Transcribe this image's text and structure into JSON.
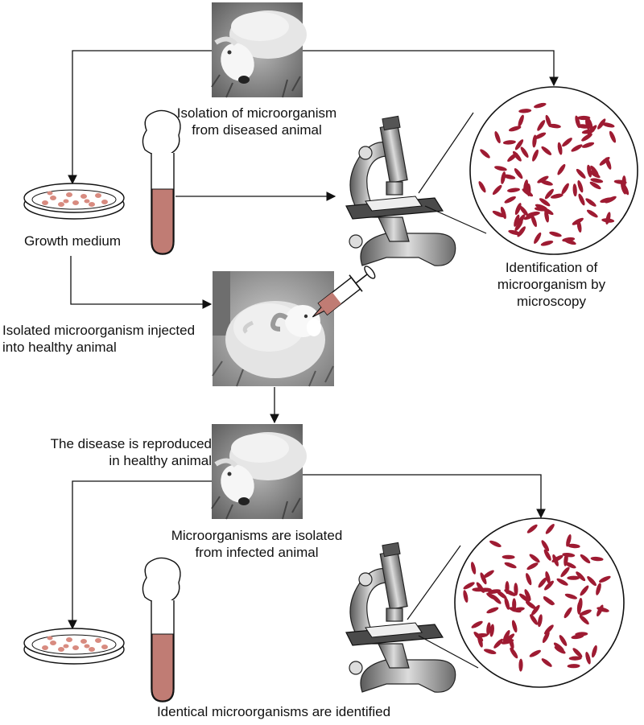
{
  "labels": {
    "isolation": [
      "Isolation of microorganism",
      "from diseased animal"
    ],
    "growth_medium": "Growth medium",
    "identification": [
      "Identification of",
      "microorganism by",
      "microscopy"
    ],
    "injected": [
      "Isolated microorganism injected",
      "into healthy animal"
    ],
    "reproduced": [
      "The disease is reproduced",
      "in healthy animal"
    ],
    "isolated_infected": [
      "Microorganisms are isolated",
      "from infected animal"
    ],
    "identical": "Identical microorganisms are identified"
  },
  "colors": {
    "bacteria": "#9e1b32",
    "culture_dots": "#d88b80",
    "tube_fluid": "#c07c74",
    "line": "#111111",
    "photo_grey": "#8a8a8a"
  }
}
